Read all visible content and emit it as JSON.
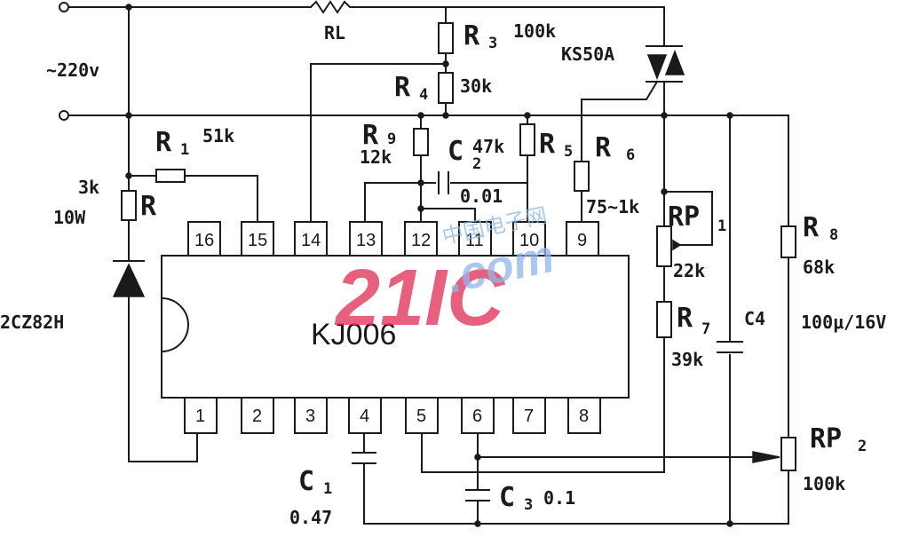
{
  "ic": {
    "name": "KJ006",
    "pins_top": [
      "16",
      "15",
      "14",
      "13",
      "12",
      "11",
      "10",
      "9"
    ],
    "pins_bottom": [
      "1",
      "2",
      "3",
      "4",
      "5",
      "6",
      "7",
      "8"
    ]
  },
  "source": {
    "label": "~220v"
  },
  "labels": {
    "rl": "RL",
    "r3": "R",
    "r3_sub": "3",
    "r3_val": "100k",
    "ks": "KS50A",
    "r4": "R",
    "r4_sub": "4",
    "r4_val": "30k",
    "r1": "R",
    "r1_sub": "1",
    "r1_val": "51k",
    "r9": "R",
    "r9_sub": "9",
    "r9_val": "12k",
    "c2": "C",
    "c2_sub": "2",
    "c2_val": "0.01",
    "r5_val": "47k",
    "r5": "R",
    "r5_sub": "5",
    "r6": "R",
    "r6_sub": "6",
    "r6_val": "75~1k",
    "r_val1": "3k",
    "r": "R",
    "r_val2": "10W",
    "rp1": "RP",
    "rp1_sub": "1",
    "rp1_val": "22k",
    "r8": "R",
    "r8_sub": "8",
    "r8_val": "68k",
    "diode": "2CZ82H",
    "r7": "R",
    "r7_sub": "7",
    "r7_val": "39k",
    "c4": "C4",
    "c4_val": "100μ/16V",
    "rp2": "RP",
    "rp2_sub": "2",
    "rp2_val": "100k",
    "c1": "C",
    "c1_sub": "1",
    "c1_val": "0.47",
    "c3": "C",
    "c3_sub": "3",
    "c3_val": "0.1"
  },
  "watermark": {
    "brand": "21IC",
    "domain": ".com",
    "cn": "中国电子网"
  },
  "colors": {
    "ink": "#1a1a1a",
    "wm_red": "#e23a5e",
    "wm_blue": "#8fb5ec"
  }
}
